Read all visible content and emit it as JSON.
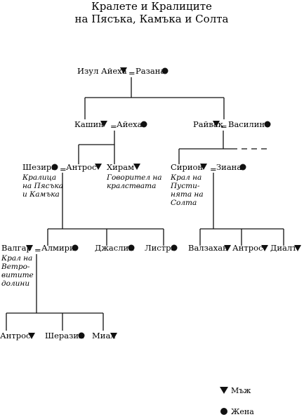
{
  "title": {
    "line1": "Кралете и Кралиците",
    "line2": "на Пясъка, Камъка и Солта"
  },
  "symbols": {
    "male": "triangle-down",
    "female": "filled-circle",
    "color": "#111111"
  },
  "marriage_sign": "=",
  "people": {
    "izul": "Изул Айеха",
    "razana": "Разана",
    "kashin": "Кашин",
    "ayeha": "Айеха",
    "rayvak": "Райвак",
    "vasilina": "Василина",
    "shezira": "Шезира",
    "antros1": "Антрос",
    "hiram": "Хирам",
    "sirion": "Сирион",
    "ziana": "Зиана",
    "valgar": "Валгар",
    "almiri": "Алмири",
    "jaslin": "Джаслин",
    "listra": "Листра",
    "valzahan": "Валзахан",
    "antros2": "Антрос",
    "dialt": "Диалт",
    "antros3": "Антрос",
    "sherazin": "Шеразин",
    "mial": "Миал"
  },
  "notes": {
    "shezira": [
      "Кралица",
      "на Пясъка",
      "и Камъка"
    ],
    "hiram": [
      "Говорител на",
      "кралствата"
    ],
    "sirion": [
      "Крал на",
      "Пусти-",
      "нята на",
      "Солта"
    ],
    "valgar": [
      "Крал на",
      "Ветро-",
      "витите",
      "долини"
    ]
  },
  "legend": {
    "male": "Мъж",
    "female": "Жена"
  }
}
